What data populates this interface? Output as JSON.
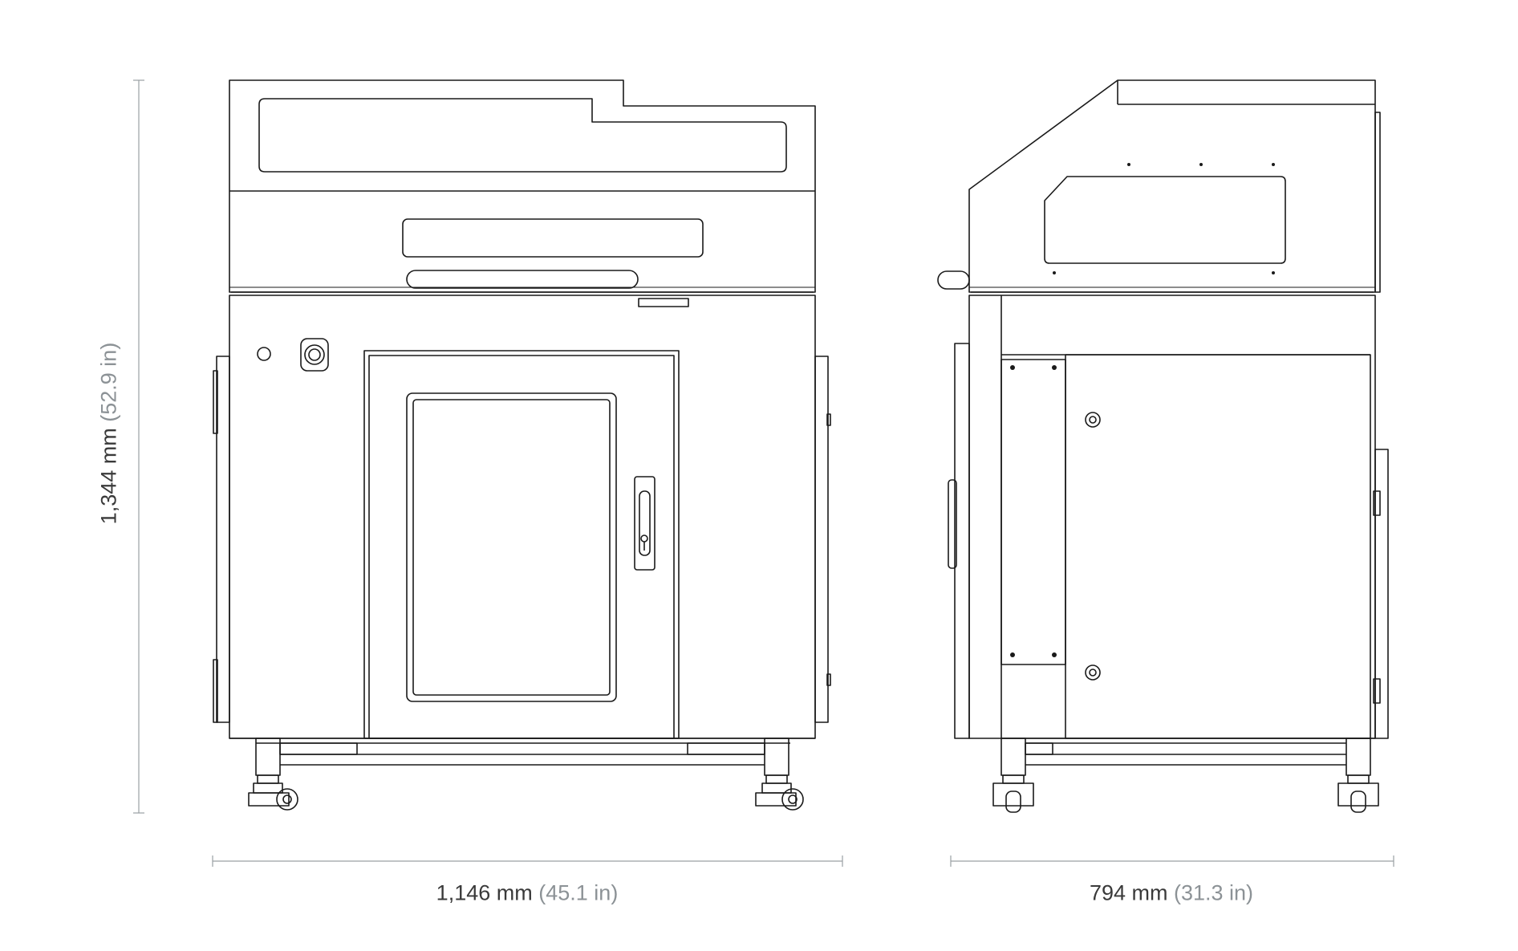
{
  "dimensions": {
    "height": {
      "value": "1,344 mm",
      "secondary": "(52.9 in)"
    },
    "width": {
      "value": "1,146 mm",
      "secondary": "(45.1 in)"
    },
    "depth": {
      "value": "794 mm",
      "secondary": "(31.3 in)"
    }
  },
  "colors": {
    "line": "#1a1a1a",
    "dim_line": "#9aa0a4",
    "label": "#3a3a3a",
    "secondary": "#8c9296"
  }
}
